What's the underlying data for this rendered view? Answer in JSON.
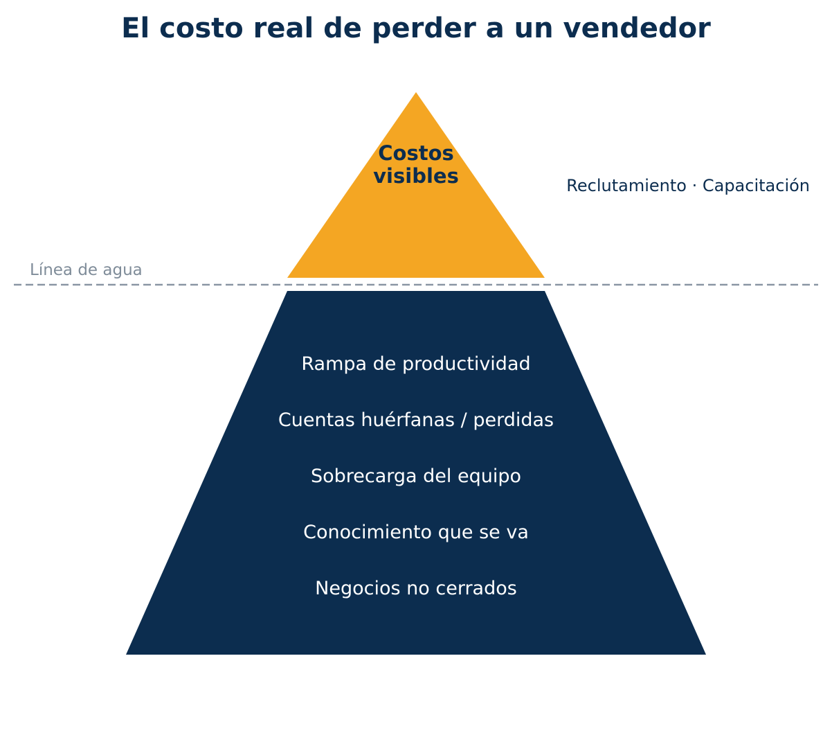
{
  "title": "El costo real de perder a un vendedor",
  "colors": {
    "title": "#0c2d4f",
    "visible_fill": "#f4a623",
    "visible_text": "#0c2d4f",
    "hidden_fill": "#0c2d4f",
    "hidden_text": "#ffffff",
    "side_text": "#0c2d4f",
    "waterline": "#8a96a3",
    "water_label": "#7f8c99"
  },
  "visible_costs": {
    "label_line1": "Costos",
    "label_line2": "visibles",
    "side_note": "Reclutamiento · Capacitación"
  },
  "waterline": {
    "label": "Línea de agua"
  },
  "hidden_costs": {
    "items": [
      "Rampa de productividad",
      "Cuentas huérfanas / perdidas",
      "Sobrecarga del equipo",
      "Conocimiento que se va",
      "Negocios no cerrados"
    ]
  }
}
